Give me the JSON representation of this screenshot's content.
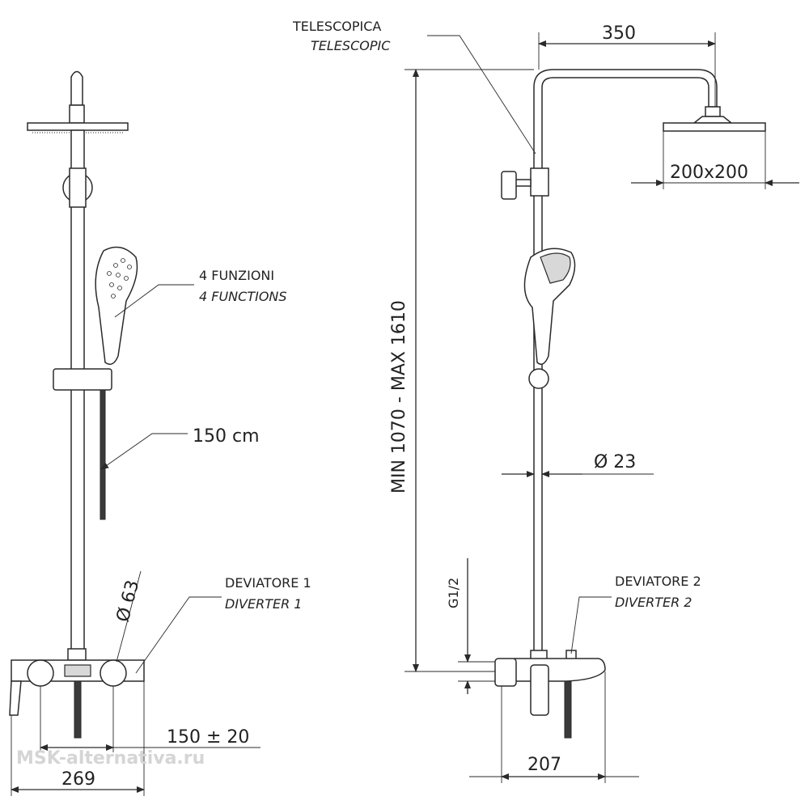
{
  "labels": {
    "telescopic_it": "TELESCOPICA",
    "telescopic_en": "TELESCOPIC",
    "functions_it": "4 FUNZIONI",
    "functions_en": "4 FUNCTIONS",
    "diverter1_it": "DEVIATORE 1",
    "diverter1_en": "DIVERTER 1",
    "diverter2_it": "DEVIATORE 2",
    "diverter2_en": "DIVERTER 2"
  },
  "dimensions": {
    "arm_length": "350",
    "head_size": "200x200",
    "height_range": "MIN 1070 - MAX 1610",
    "hose_length": "150 cm",
    "pipe_diameter": "Ø 23",
    "rosette_diameter": "Ø 63",
    "thread": "G1/2",
    "centers": "150 ± 20",
    "mixer_width": "269",
    "projection": "207"
  },
  "watermark": "MSK-alternativa.ru"
}
